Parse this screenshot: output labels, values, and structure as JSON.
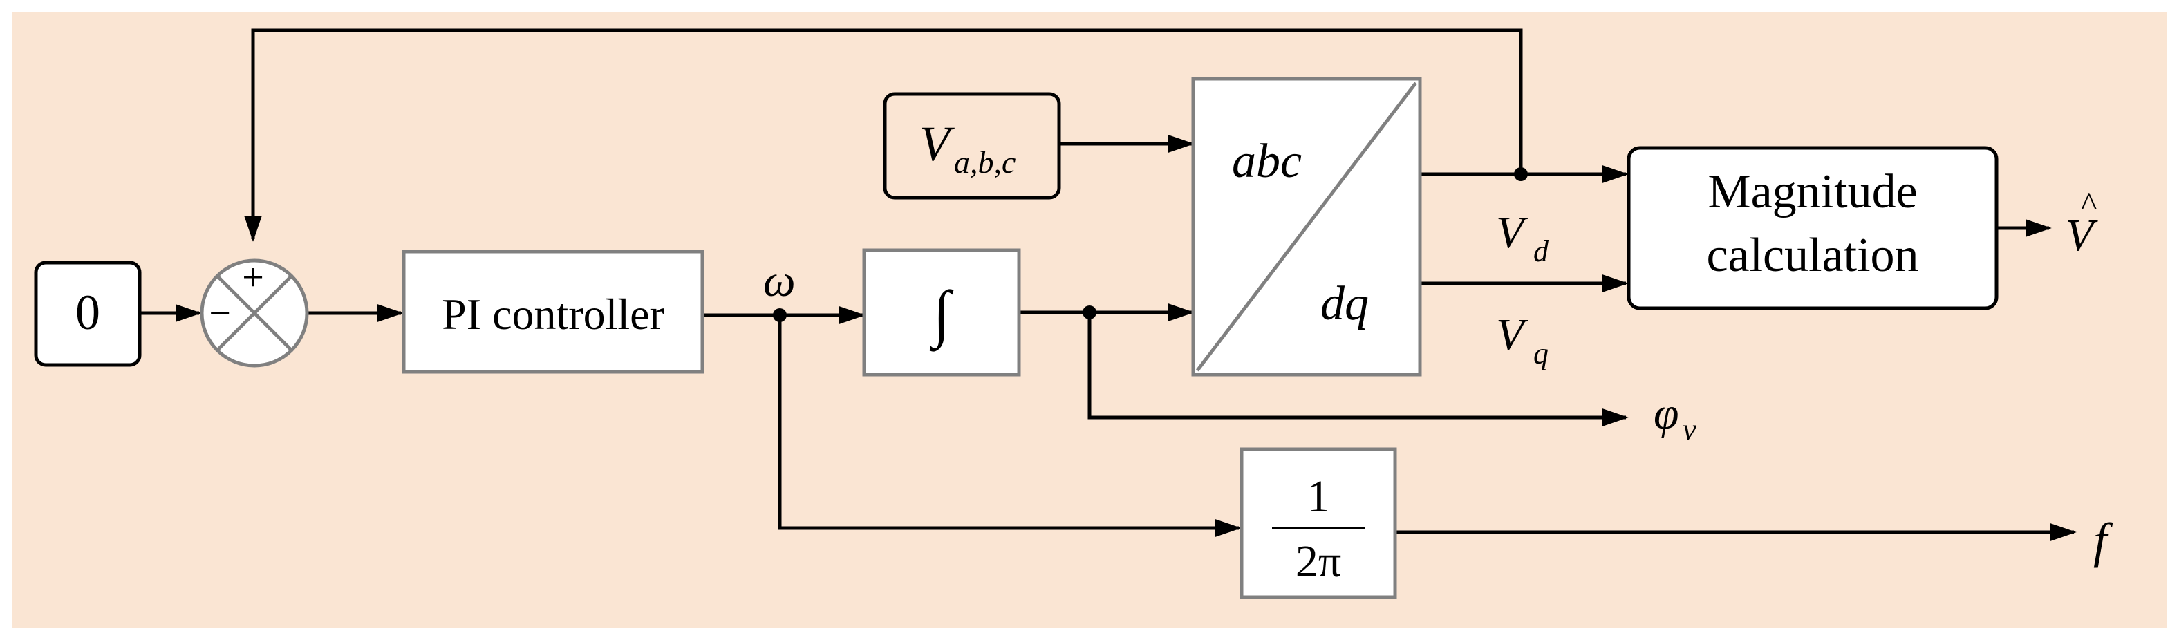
{
  "colors": {
    "background": "#FAE5D3",
    "block_fill": "#FFFFFF",
    "gray_border": "#808080",
    "line": "#000000"
  },
  "blocks": {
    "zero": "0",
    "pi_controller": "PI controller",
    "integrator": "∫",
    "gain_numerator": "1",
    "gain_denominator": "2π",
    "input_voltage": {
      "base": "V",
      "sub": "a,b,c"
    },
    "transform_top": "abc",
    "transform_bottom": "dq",
    "magnitude_line1": "Magnitude",
    "magnitude_line2": "calculation"
  },
  "summing_junction": {
    "plus": "+",
    "minus": "−"
  },
  "signals": {
    "omega": "ω",
    "vd": {
      "base": "V",
      "sub": "d"
    },
    "vq": {
      "base": "V",
      "sub": "q"
    },
    "phi": {
      "base": "φ",
      "sub": "v"
    },
    "vhat": {
      "base": "V",
      "hat": "^"
    },
    "f": "f"
  },
  "icons": {
    "summing": "summing-junction-icon",
    "integral": "integral-symbol-icon"
  }
}
